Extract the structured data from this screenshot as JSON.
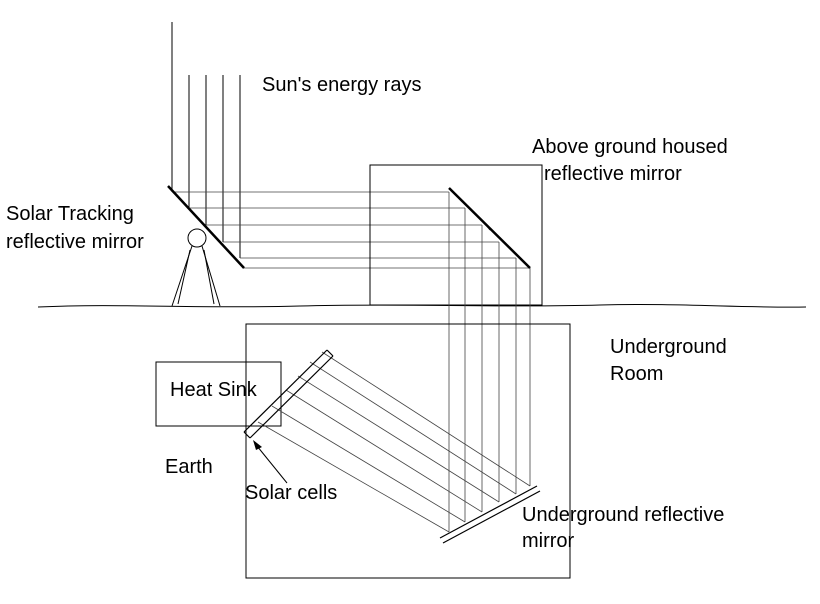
{
  "labels": {
    "sun_rays": "Sun's energy rays",
    "above_mirror_line1": "Above ground housed",
    "above_mirror_line2": "reflective mirror",
    "tracking_line1": "Solar Tracking",
    "tracking_line2": "reflective mirror",
    "underground_room_line1": "Underground",
    "underground_room_line2": "Room",
    "heat_sink": "Heat Sink",
    "earth": "Earth",
    "solar_cells": "Solar cells",
    "underground_mirror_line1": "Underground reflective",
    "underground_mirror_line2": "mirror"
  }
}
